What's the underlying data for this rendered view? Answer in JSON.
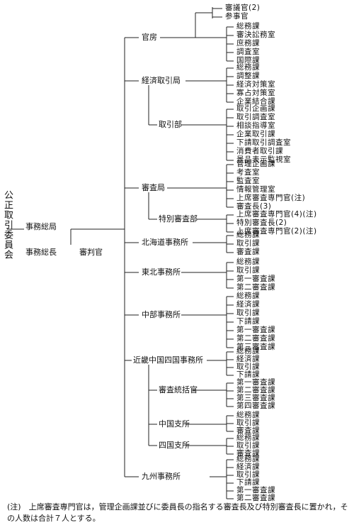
{
  "root": "公正取引委員会",
  "secretariat": "事務総局",
  "secretary_general": "事務総長",
  "hearing_examiner": "審判官",
  "top_officials": [
    "審議官(2)",
    "参事官"
  ],
  "offices": {
    "kanbo": {
      "label": "官房",
      "items": [
        "総務課",
        "審決訟務室",
        "庶務課",
        "調査室",
        "国際課"
      ]
    },
    "keizai": {
      "label": "経済取引局",
      "items": [
        "総務課",
        "調整課",
        "経済対策室",
        "寡占対策室",
        "企業結合課"
      ]
    },
    "torihiki": {
      "label": "取引部",
      "items": [
        "取引企画課",
        "取引調査室",
        "相談指導室",
        "企業取引課",
        "下請取引調査室",
        "消費者取引課",
        "景品表示監視室"
      ]
    },
    "shinsa": {
      "label": "審査局",
      "items": [
        "管理企画課",
        "考査室",
        "監査室",
        "情報管理室",
        "上席審査専門官(注)",
        "審査長(3)"
      ]
    },
    "tokubetsu": {
      "label": "特別審査部",
      "items": [
        "上席審査専門官(4)(注)",
        "特別審査長(2)",
        "上席審査専門官(2)(注)"
      ]
    },
    "hokkaido": {
      "label": "北海道事務所",
      "items": [
        "総務課",
        "取引課",
        "審査課"
      ]
    },
    "tohoku": {
      "label": "東北事務所",
      "items": [
        "総務課",
        "取引課",
        "第一審査課",
        "第二審査課"
      ]
    },
    "chubu": {
      "label": "中部事務所",
      "items": [
        "総務課",
        "経済課",
        "取引課",
        "下請課",
        "第一審査課",
        "第二審査課",
        "第三審査課"
      ]
    },
    "kinki": {
      "label": "近畿中国四国事務所",
      "items": [
        "総務課",
        "経済課",
        "取引課",
        "下請課"
      ]
    },
    "shinsa_tokatsu": {
      "label": "審査統括官",
      "items": [
        "第一審査課",
        "第二審査課",
        "第三審査課",
        "第四審査課"
      ]
    },
    "chugoku": {
      "label": "中国支所",
      "items": [
        "総務課",
        "取引課",
        "審査課"
      ]
    },
    "shikoku": {
      "label": "四国支所",
      "items": [
        "総務課",
        "取引課",
        "審査課"
      ]
    },
    "kyushu": {
      "label": "九州事務所",
      "items": [
        "総務課",
        "経済課",
        "取引課",
        "下請課",
        "第一審査課",
        "第二審査課"
      ]
    }
  },
  "note": "(注)　上席審査専門官は，管理企画課並びに委員長の指名する審査長及び特別審査長に置かれ，その人数は合計７人とする。"
}
